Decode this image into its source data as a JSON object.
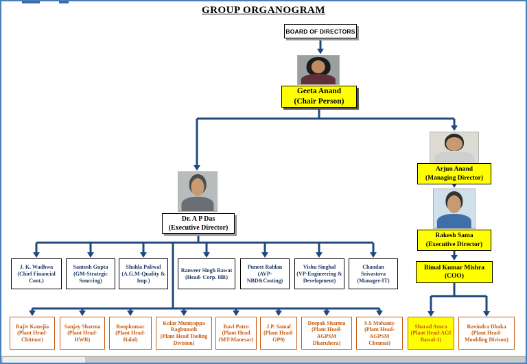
{
  "page": {
    "title": "GROUP ORGANOGRAM"
  },
  "board": {
    "label": "BOARD OF DIRECTORS"
  },
  "chair": {
    "name": "Geeta Anand",
    "role": "(Chair Person)"
  },
  "left_chain": {
    "ed": {
      "name": "Dr. A P Das",
      "role": "(Executive Director)"
    }
  },
  "right_chain": {
    "md": {
      "name": "Arjun Anand",
      "role": "(Managing Director)"
    },
    "ed": {
      "name": "Rakesh Sama",
      "role": "(Executive Director)"
    },
    "coo": {
      "name": "Bimal Kumar Mishra",
      "role": "(COO)"
    },
    "plants": [
      {
        "name": "Sharad Arora",
        "role": "(Plant Head-AGI Bawal-1)",
        "highlight": true
      },
      {
        "name": "Ravindra Dhaka",
        "role": "(Plant Head-Moulding Divison)",
        "highlight": false
      }
    ]
  },
  "level2": [
    {
      "name": "J. K. Wadhwa",
      "role": "(Chief Financial Cont.)"
    },
    {
      "name": "Santosh Gupta",
      "role": "(GM-Strategic Sourcing)"
    },
    {
      "name": "Shahla Paliwal",
      "role": "(A.G.M-Quality & Imp.)"
    },
    {
      "name": "Ranveer Singh Rawat",
      "role": "(Head- Corp. HR)"
    },
    {
      "name": "Puneet Rahlan",
      "role": "(AVP-NBD&Costing)"
    },
    {
      "name": "Vishu Singhal",
      "role": "(VP-Engineering & Development)"
    },
    {
      "name": "Chandan Srivastava",
      "role": "(Manager-IT)"
    }
  ],
  "level3": [
    {
      "name": "Rajiv Kanojia",
      "role": "(Plant Head-Chittoor)"
    },
    {
      "name": "Sanjay Sharma",
      "role": "(Plant Head-HWR)"
    },
    {
      "name": "Roopkumar",
      "role": "(Plant Head-Halol)"
    },
    {
      "name": "Kolar Muniyappa Raghunath",
      "role": "(Plant Head Tooling Division)"
    },
    {
      "name": "Ravi Patro",
      "role": "(Plant Head IMT-Manesar)"
    },
    {
      "name": "J.P. Samal",
      "role": "(Plant Head-GP9)"
    },
    {
      "name": "Deepak Sharma",
      "role": "(Plant Head-AGPSM Dharuhera)"
    },
    {
      "name": "S.S Mohanty",
      "role": "(Plant Head-AGPSM Chennai)"
    }
  ],
  "colors": {
    "highlight_yellow": "#FFFF00",
    "connector_navy": "#1F497D",
    "level2_text": "#1F3864",
    "level3_text": "#C55A11",
    "page_border_blue": "#4A7EBB"
  }
}
